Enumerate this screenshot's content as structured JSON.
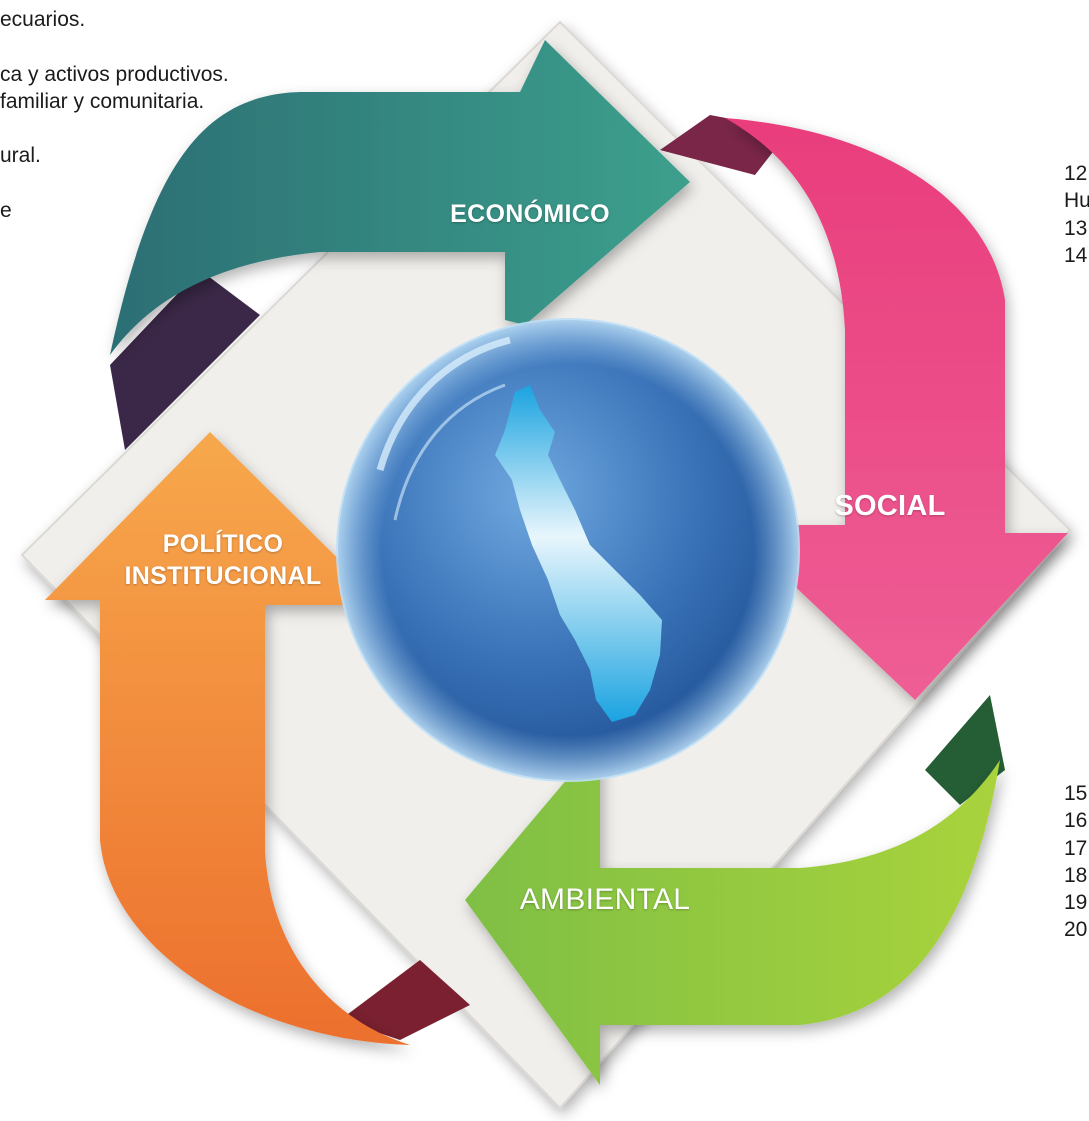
{
  "left_text": {
    "lines": [
      "ecuarios.",
      "",
      "ca y activos productivos.",
      "familiar y comunitaria.",
      "",
      "ural.",
      "",
      "e"
    ]
  },
  "right_text": {
    "top_lines": [
      "12.",
      "Hu",
      "13.",
      "14."
    ],
    "bottom_lines": [
      "15.",
      "16.",
      "17.",
      "18.",
      "19.",
      "20."
    ]
  },
  "diagram": {
    "labels": {
      "economico": "ECONÓMICO",
      "social": "SOCIAL",
      "politico_line1": "POLÍTICO",
      "politico_line2": "INSTITUCIONAL",
      "ambiental": "AMBIENTAL"
    },
    "colors": {
      "economico": "#2f8f86",
      "social": "#ea4786",
      "politico": "#f08a33",
      "ambiental": "#8cc63f",
      "globe": "#3f7fc0",
      "backdrop": "#f1efec"
    }
  }
}
